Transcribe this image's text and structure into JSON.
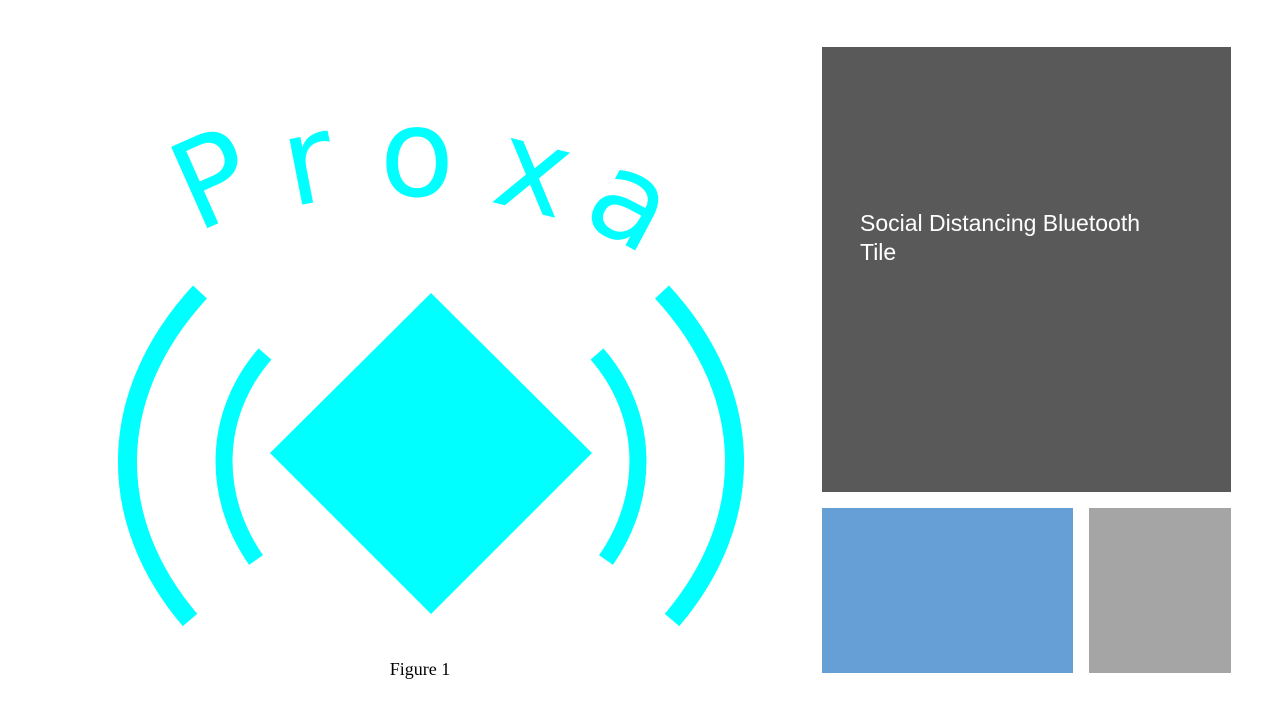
{
  "logo": {
    "letters": [
      "P",
      "r",
      "o",
      "x",
      "a"
    ],
    "color": "#00FFFF"
  },
  "figure_caption": "Figure 1",
  "panel": {
    "title": "Social Distancing Bluetooth Tile",
    "dark_color": "#595959",
    "blue_color": "#659FD5",
    "gray_color": "#A5A5A5"
  }
}
